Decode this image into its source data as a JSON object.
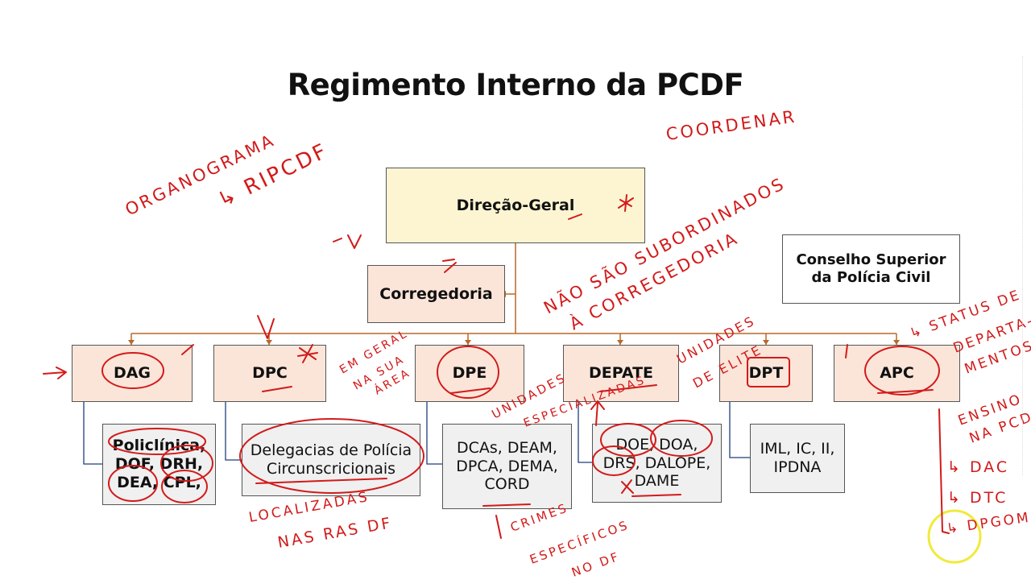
{
  "title": "Regimento Interno da PCDF",
  "nodes": {
    "direcao_geral": "Direção-Geral",
    "corregedoria": "Corregedoria",
    "conselho": [
      "Conselho Superior",
      "da Polícia Civil"
    ],
    "departments": [
      "DAG",
      "DPC",
      "DPE",
      "DEPATE",
      "DPT",
      "APC"
    ],
    "sub_dag": [
      "Policlínica,",
      "DOF, DRH,",
      "DEA, CPL,"
    ],
    "sub_dpc": [
      "Delegacias de Polícia",
      "Circunscricionais"
    ],
    "sub_dpe": [
      "DCAs, DEAM,",
      "DPCA, DEMA,",
      "CORD"
    ],
    "sub_depate": [
      "DOE, DOA,",
      "DRS, DALOPE,",
      "DAME"
    ],
    "sub_dpt": [
      "IML, IC, II,",
      "IPDNA"
    ]
  },
  "annotations": {
    "orgnograma": "ORGANOGRAMA",
    "ripcdf": "↳ RIPCDF",
    "coordenar": "COORDENAR",
    "nao_sao_1": "NÃO SÃO SUBORDINADOS",
    "nao_sao_2": "À CORREGEDORIA",
    "em_geral": [
      "EM GERAL",
      "NA SUA",
      "ÁREA"
    ],
    "unidades_esp": [
      "UNIDADES",
      "ESPECIALIZADAS"
    ],
    "unidades_elite": [
      "UNIDADES",
      "DE ELITE"
    ],
    "status": [
      "↳ STATUS DE",
      "DEPARTA-",
      "MENTOS"
    ],
    "ensino": [
      "ENSINO",
      "NA PCDF"
    ],
    "apc_list": [
      "↳ DAC",
      "↳ DTC",
      "↳ DPGOM"
    ],
    "localizadas": [
      "LOCALIZADAS",
      "NAS RAS DF"
    ],
    "crimes": [
      "CRIMES",
      "ESPECÍFICOS",
      "NO DF"
    ]
  }
}
